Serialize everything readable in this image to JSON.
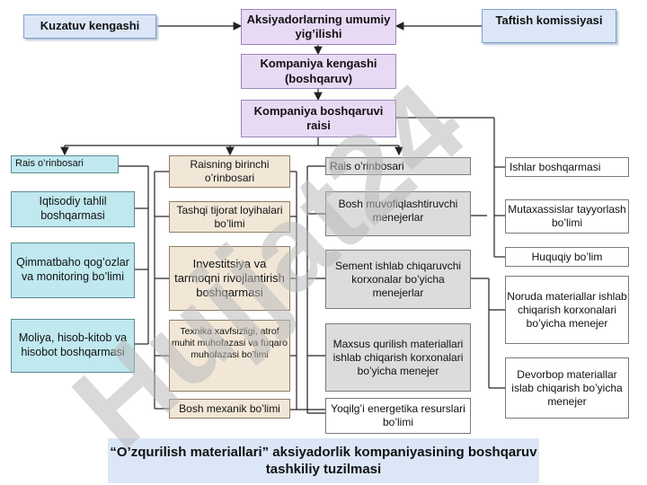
{
  "boxes": {
    "kuzatuv": "Kuzatuv kengashi",
    "aksiyadorlar": "Aksiyadorlarning umumiy yig’ilishi",
    "taftish": "Taftish komissiyasi",
    "kengash": "Kompaniya kengashi (boshqaruv)",
    "raisi": "Kompaniya boshqaruvi raisi",
    "rais_orinbosari_1": "Rais o’rinbosari",
    "iqtisodiy": "Iqtisodiy tahlil boshqarmasi",
    "qimmatbaho": "Qimmatbaho qog’ozlar va monitoring bo’limi",
    "moliya": "Moliya, hisob-kitob va hisobot boshqarmasi",
    "birinchi_orinbosar": "Raisning birinchi o’rinbosari",
    "tashqi": "Tashqi tijorat loyihalari bo’limi",
    "investitsiya": "Investitsiya va tarmoqni rivojlantirish boshqarmasi",
    "texnika": "Texnika xavfsizligi, atrof muhit muhofazasi va fuqaro muhofazasi bo’limi",
    "bosh_mexanik": "Bosh mexanik bo’limi",
    "rais_orinbosari_2": "Rais o’rinbosari",
    "bosh_muvofiq": "Bosh muvofiqlashtiruvchi menejerlar",
    "sement": "Sement ishlab chiqaruvchi korxonalar bo’yicha menejerlar",
    "maxsus": "Maxsus qurilish materiallari ishlab chiqarish korxonalari bo’yicha menejer",
    "yoqilgi": "Yoqilg’i energetika resurslari bo’limi",
    "ishlar": "Ishlar boshqarmasi",
    "mutaxassis": "Mutaxassislar tayyorlash bo’limi",
    "huquqiy": "Huquqiy bo’lim",
    "noruda": "Noruda materiallar ishlab chiqarish korxonalari bo’yicha menejer",
    "devorbop": "Devorbop materiallar islab chiqarish bo’yicha menejer"
  },
  "footer": "“O’zqurilish materiallari” aksiyadorlik kompaniyasining boshqaruv tashkiliy tuzilmasi",
  "watermark": "Hujjat24",
  "colors": {
    "top_box": "#e8d9f5",
    "side_box": "#dbe7f7",
    "left_column": "#bfe8ef",
    "middle_column": "#f2e7d7",
    "right_column": "#dcdcdc",
    "watermark": "#b9b9b9",
    "watermark_accent": "#c7b3ea"
  }
}
